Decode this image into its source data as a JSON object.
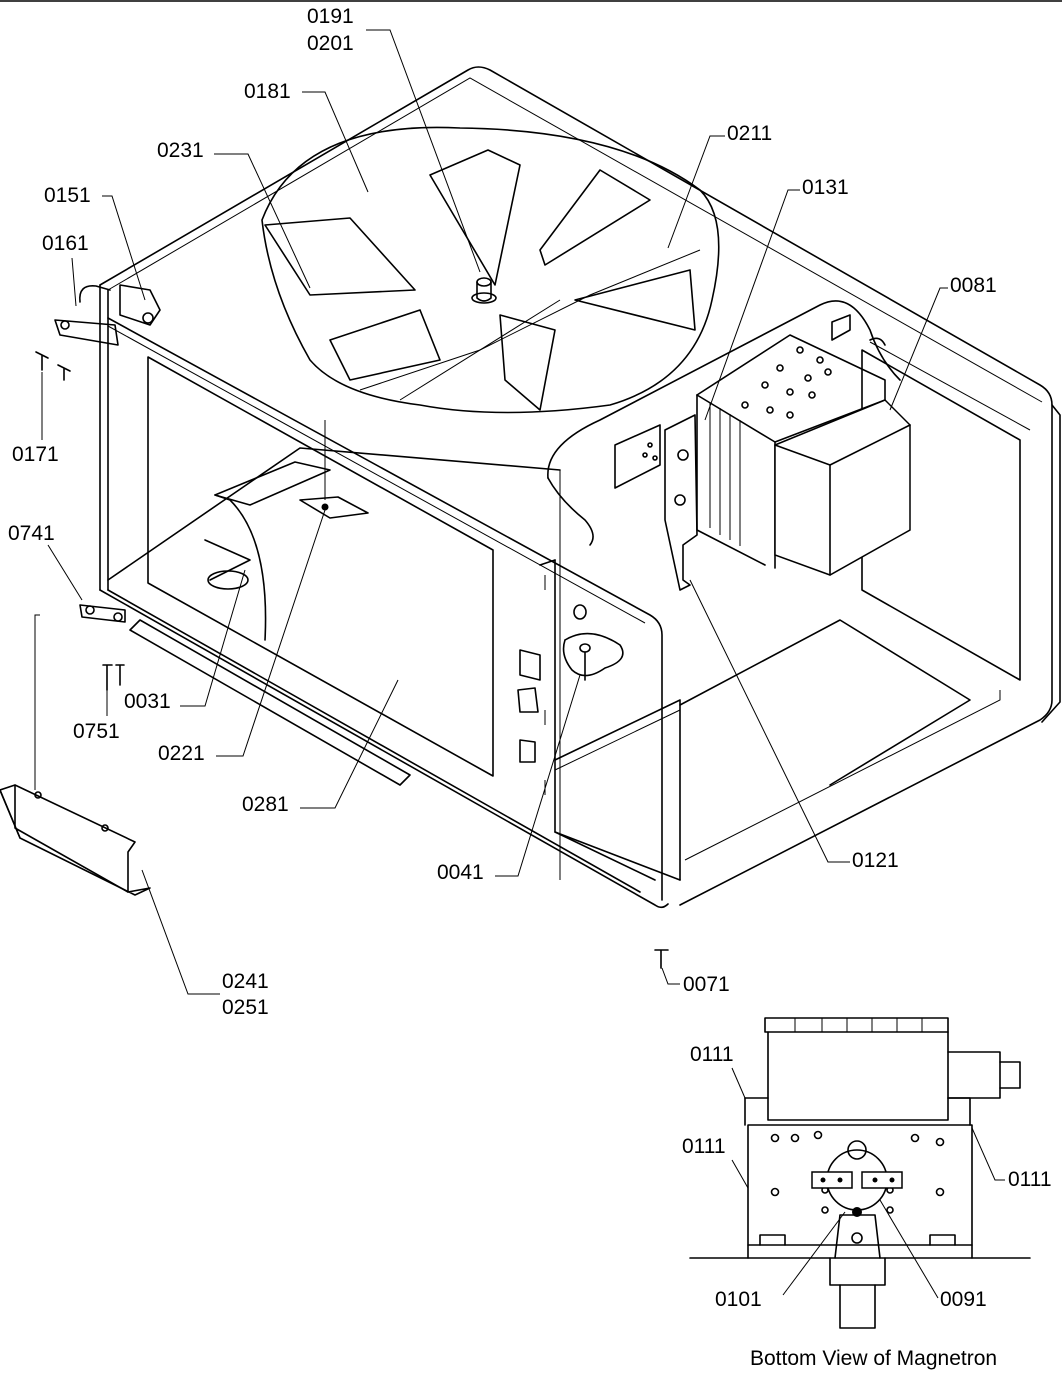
{
  "diagram": {
    "caption": "Bottom View of Magnetron",
    "part_labels": [
      "0191",
      "0201",
      "0181",
      "0231",
      "0211",
      "0131",
      "0151",
      "0161",
      "0081",
      "0171",
      "0741",
      "0751",
      "0031",
      "0221",
      "0281",
      "0041",
      "0121",
      "0071",
      "0241",
      "0251",
      "0111",
      "0111",
      "0111",
      "0101",
      "0091"
    ]
  }
}
